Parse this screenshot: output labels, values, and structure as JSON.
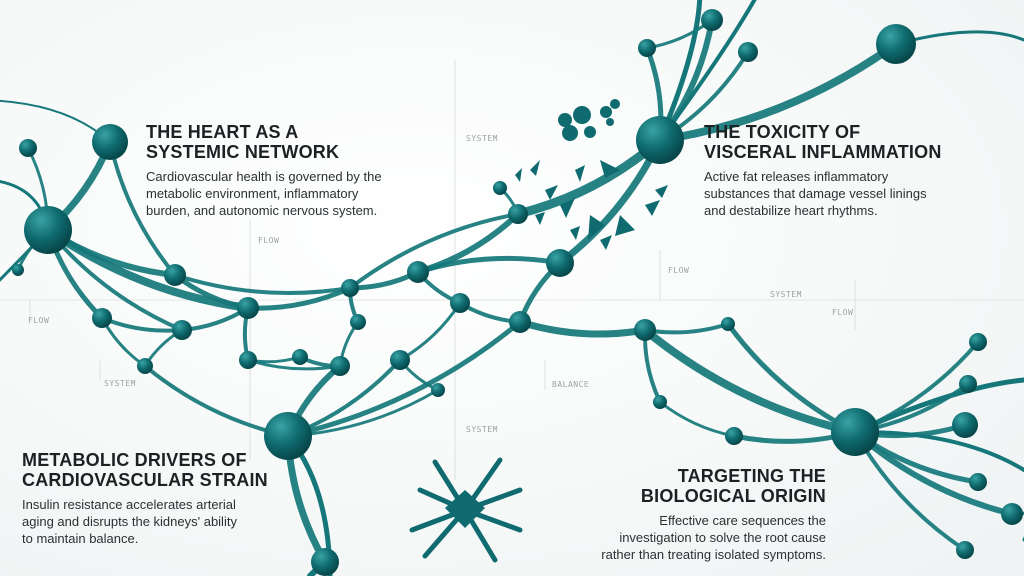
{
  "panels": {
    "heart": {
      "title_line1": "THE HEART AS A",
      "title_line2": "SYSTEMIC NETWORK",
      "body_line1": "Cardiovascular health is governed by the",
      "body_line2": "metabolic environment, inflammatory",
      "body_line3": "burden, and autonomic nervous system."
    },
    "toxicity": {
      "title_line1": "THE TOXICITY OF",
      "title_line2": "VISCERAL INFLAMMATION",
      "body_line1": "Active fat releases inflammatory",
      "body_line2": "substances that damage vessel linings",
      "body_line3": "and destabilize heart rhythms."
    },
    "metabolic": {
      "title_line1": "METABOLIC DRIVERS OF",
      "title_line2": "CARDIOVASCULAR STRAIN",
      "body_line1": "Insulin resistance accelerates arterial",
      "body_line2": "aging and disrupts the kidneys' ability",
      "body_line3": "to maintain balance."
    },
    "targeting": {
      "title_line1": "TARGETING THE",
      "title_line2": "BIOLOGICAL ORIGIN",
      "body_line1": "Effective care sequences the",
      "body_line2": "investigation to solve the root cause",
      "body_line3": "rather than treating isolated symptoms."
    }
  },
  "ticks": {
    "system_top": "SYSTEM",
    "flow_left": "FLOW",
    "flow_top": "FLOW",
    "system_left": "SYSTEM",
    "balance": "BALANCE",
    "system_mid": "SYSTEM",
    "flow_right_1": "FLOW",
    "system_right": "SYSTEM",
    "flow_right_2": "FLOW"
  },
  "colors": {
    "node": "#0f6b6f",
    "node_dark": "#0a4f53",
    "edge": "#15777a",
    "background": "#f6f8f8"
  }
}
